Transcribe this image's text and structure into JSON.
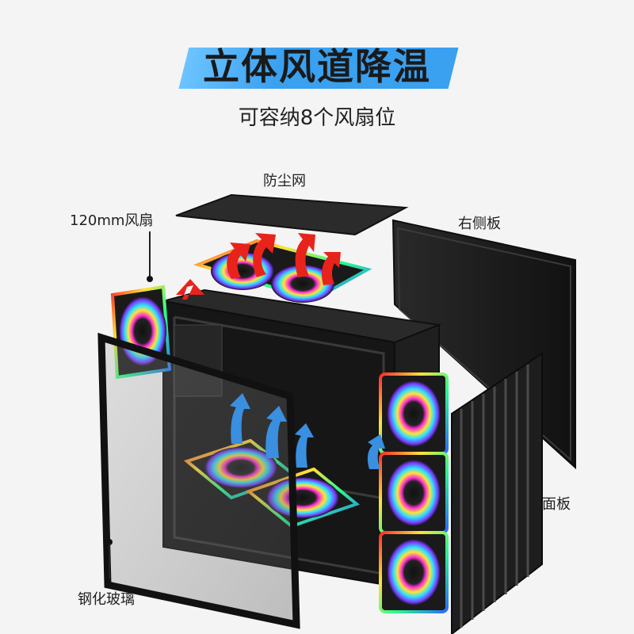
{
  "header": {
    "title": "立体风道降温",
    "subtitle": "可容纳8个风扇位"
  },
  "callouts": {
    "dust_filter": "防尘网",
    "fan_120mm": "120mm风扇",
    "right_panel": "右侧板",
    "front_panel": "面板",
    "tempered_glass": "钢化玻璃"
  },
  "colors": {
    "accent_band": "#3aa0f0",
    "case_body": "#1c1c1c",
    "exhaust_arrow": "#e8231c",
    "intake_arrow": "#3a8fe0"
  },
  "icons": [
    "exhaust-arrow-icon",
    "intake-arrow-icon",
    "rgb-fan-icon"
  ]
}
